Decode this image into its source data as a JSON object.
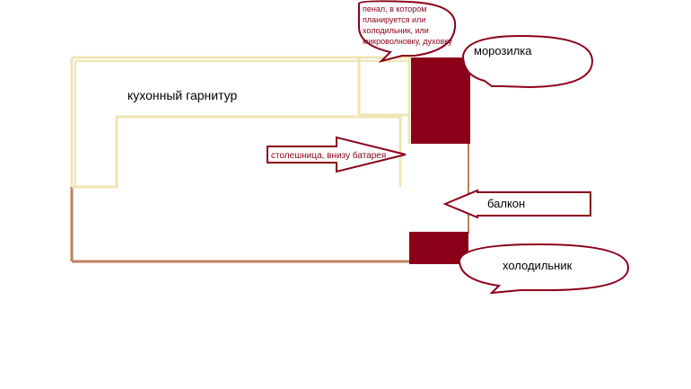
{
  "labels": {
    "kitchen_set": "кухонный гарнитур",
    "pencil_case": [
      "пенал, в котором",
      "планируется или",
      "холодильник, или",
      "микроволновку, духовку"
    ],
    "freezer": "морозилка",
    "countertop": "столешница, внизу батарея",
    "balcony": "балкон",
    "fridge": "холодильник"
  },
  "colors": {
    "furniture_outline": "#f0e4b4",
    "wall": "#c08060",
    "appliance": "#8b0019",
    "label_text": "#8b0019"
  }
}
